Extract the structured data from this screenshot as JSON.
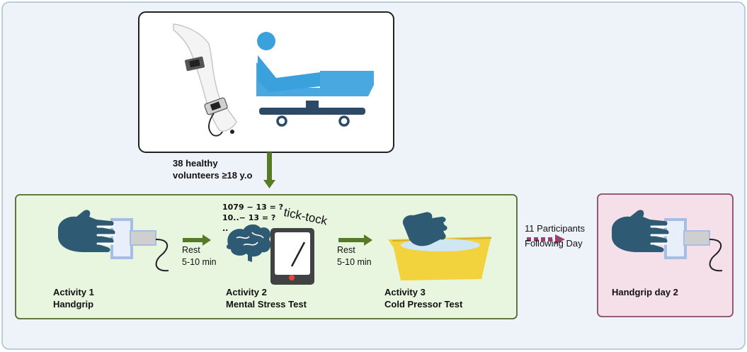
{
  "colors": {
    "outer_bg": "#eef3fa",
    "outer_border": "#a9bfd6",
    "green_bg": "#e8f5df",
    "green_border": "#4f6b2c",
    "pink_bg": "#f5dfe9",
    "pink_border": "#8a4a66",
    "arrow_green": "#567a25",
    "arrow_magenta": "#9a3f6e",
    "hand_dark": "#2f5a73",
    "device_blue": "#a6bde4",
    "bed_blue": "#3aa1dd",
    "bed_navy": "#2c4a66",
    "basin_yellow": "#f2d33d"
  },
  "icons": {
    "arm": "arm-monitor-icon",
    "bed": "patient-bed-icon",
    "handgrip": "handgrip-icon",
    "brain": "brain-icon",
    "timer": "timer-icon",
    "cold": "ice-bath-icon"
  },
  "setup": {
    "volunteers_line1": "38 healthy",
    "volunteers_line2": "volunteers ≥18 y.o"
  },
  "activities": [
    {
      "line1": "Activity 1",
      "line2": "Handgrip"
    },
    {
      "line1": "Activity 2",
      "line2": "Mental Stress Test"
    },
    {
      "line1": "Activity 3",
      "line2": "Cold Pressor Test"
    }
  ],
  "rest": [
    {
      "line1": "Rest",
      "line2": "5-10 min"
    },
    {
      "line1": "Rest",
      "line2": "5-10 min"
    }
  ],
  "mental": {
    "eq1": "1079 − 13 = ?",
    "eq2": "10..− 13 = ?",
    "eq3": "..",
    "tick": "tick-tock"
  },
  "followup": {
    "line1": "11 Participants",
    "line2": "Following Day",
    "day2_label": "Handgrip day 2"
  }
}
